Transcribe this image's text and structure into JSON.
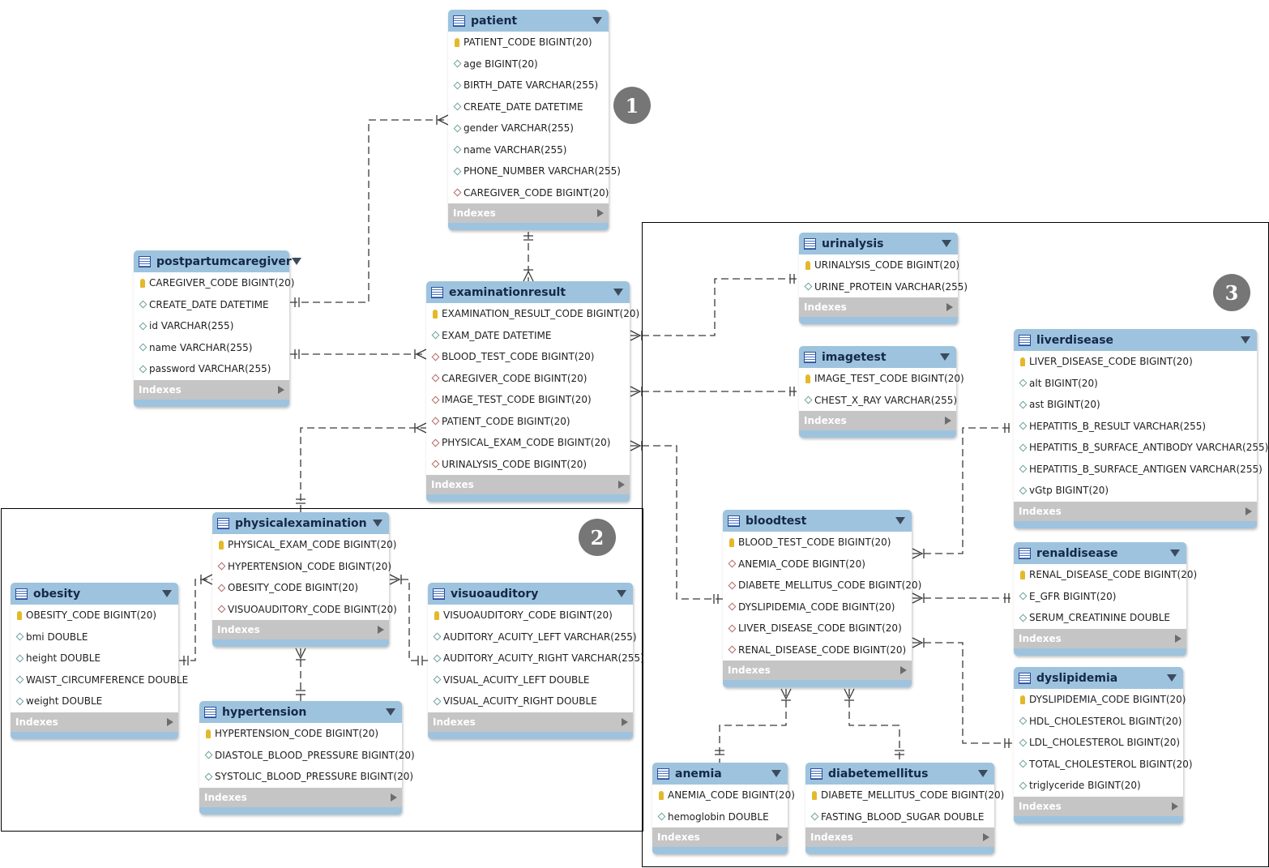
{
  "groups": [
    {
      "id": "1",
      "label": "1"
    },
    {
      "id": "2",
      "label": "2"
    },
    {
      "id": "3",
      "label": "3"
    }
  ],
  "tables": [
    {
      "id": "patient",
      "name": "patient",
      "footer": "Indexes",
      "columns": [
        {
          "kind": "pk",
          "text": "PATIENT_CODE BIGINT(20)"
        },
        {
          "kind": "col",
          "text": "age BIGINT(20)"
        },
        {
          "kind": "col",
          "text": "BIRTH_DATE VARCHAR(255)"
        },
        {
          "kind": "col",
          "text": "CREATE_DATE DATETIME"
        },
        {
          "kind": "col",
          "text": "gender VARCHAR(255)"
        },
        {
          "kind": "col",
          "text": "name VARCHAR(255)"
        },
        {
          "kind": "col",
          "text": "PHONE_NUMBER VARCHAR(255)"
        },
        {
          "kind": "fk",
          "text": "CAREGIVER_CODE BIGINT(20)"
        }
      ]
    },
    {
      "id": "postpartumcaregiver",
      "name": "postpartumcaregiver",
      "footer": "Indexes",
      "columns": [
        {
          "kind": "pk",
          "text": "CAREGIVER_CODE BIGINT(20)"
        },
        {
          "kind": "col",
          "text": "CREATE_DATE DATETIME"
        },
        {
          "kind": "col",
          "text": "id VARCHAR(255)"
        },
        {
          "kind": "col",
          "text": "name VARCHAR(255)"
        },
        {
          "kind": "col",
          "text": "password VARCHAR(255)"
        }
      ]
    },
    {
      "id": "examinationresult",
      "name": "examinationresult",
      "footer": "Indexes",
      "columns": [
        {
          "kind": "pk",
          "text": "EXAMINATION_RESULT_CODE BIGINT(20)"
        },
        {
          "kind": "col",
          "text": "EXAM_DATE DATETIME"
        },
        {
          "kind": "fk",
          "text": "BLOOD_TEST_CODE BIGINT(20)"
        },
        {
          "kind": "fk",
          "text": "CAREGIVER_CODE BIGINT(20)"
        },
        {
          "kind": "fk",
          "text": "IMAGE_TEST_CODE BIGINT(20)"
        },
        {
          "kind": "fk",
          "text": "PATIENT_CODE BIGINT(20)"
        },
        {
          "kind": "fk",
          "text": "PHYSICAL_EXAM_CODE BIGINT(20)"
        },
        {
          "kind": "fk",
          "text": "URINALYSIS_CODE BIGINT(20)"
        }
      ]
    },
    {
      "id": "urinalysis",
      "name": "urinalysis",
      "footer": "Indexes",
      "columns": [
        {
          "kind": "pk",
          "text": "URINALYSIS_CODE BIGINT(20)"
        },
        {
          "kind": "col",
          "text": "URINE_PROTEIN VARCHAR(255)"
        }
      ]
    },
    {
      "id": "imagetest",
      "name": "imagetest",
      "footer": "Indexes",
      "columns": [
        {
          "kind": "pk",
          "text": "IMAGE_TEST_CODE BIGINT(20)"
        },
        {
          "kind": "col",
          "text": "CHEST_X_RAY VARCHAR(255)"
        }
      ]
    },
    {
      "id": "liverdisease",
      "name": "liverdisease",
      "footer": "Indexes",
      "columns": [
        {
          "kind": "pk",
          "text": "LIVER_DISEASE_CODE BIGINT(20)"
        },
        {
          "kind": "col",
          "text": "alt BIGINT(20)"
        },
        {
          "kind": "col",
          "text": "ast BIGINT(20)"
        },
        {
          "kind": "col",
          "text": "HEPATITIS_B_RESULT VARCHAR(255)"
        },
        {
          "kind": "col",
          "text": "HEPATITIS_B_SURFACE_ANTIBODY VARCHAR(255)"
        },
        {
          "kind": "col",
          "text": "HEPATITIS_B_SURFACE_ANTIGEN VARCHAR(255)"
        },
        {
          "kind": "col",
          "text": "vGtp BIGINT(20)"
        }
      ]
    },
    {
      "id": "physicalexamination",
      "name": "physicalexamination",
      "footer": "Indexes",
      "columns": [
        {
          "kind": "pk",
          "text": "PHYSICAL_EXAM_CODE BIGINT(20)"
        },
        {
          "kind": "fk",
          "text": "HYPERTENSION_CODE BIGINT(20)"
        },
        {
          "kind": "fk",
          "text": "OBESITY_CODE BIGINT(20)"
        },
        {
          "kind": "fk",
          "text": "VISUOAUDITORY_CODE BIGINT(20)"
        }
      ]
    },
    {
      "id": "obesity",
      "name": "obesity",
      "footer": "Indexes",
      "columns": [
        {
          "kind": "pk",
          "text": "OBESITY_CODE BIGINT(20)"
        },
        {
          "kind": "col",
          "text": "bmi DOUBLE"
        },
        {
          "kind": "col",
          "text": "height DOUBLE"
        },
        {
          "kind": "col",
          "text": "WAIST_CIRCUMFERENCE DOUBLE"
        },
        {
          "kind": "col",
          "text": "weight DOUBLE"
        }
      ]
    },
    {
      "id": "visuoauditory",
      "name": "visuoauditory",
      "footer": "Indexes",
      "columns": [
        {
          "kind": "pk",
          "text": "VISUOAUDITORY_CODE BIGINT(20)"
        },
        {
          "kind": "col",
          "text": "AUDITORY_ACUITY_LEFT VARCHAR(255)"
        },
        {
          "kind": "col",
          "text": "AUDITORY_ACUITY_RIGHT VARCHAR(255)"
        },
        {
          "kind": "col",
          "text": "VISUAL_ACUITY_LEFT DOUBLE"
        },
        {
          "kind": "col",
          "text": "VISUAL_ACUITY_RIGHT DOUBLE"
        }
      ]
    },
    {
      "id": "hypertension",
      "name": "hypertension",
      "footer": "Indexes",
      "columns": [
        {
          "kind": "pk",
          "text": "HYPERTENSION_CODE BIGINT(20)"
        },
        {
          "kind": "col",
          "text": "DIASTOLE_BLOOD_PRESSURE BIGINT(20)"
        },
        {
          "kind": "col",
          "text": "SYSTOLIC_BLOOD_PRESSURE BIGINT(20)"
        }
      ]
    },
    {
      "id": "bloodtest",
      "name": "bloodtest",
      "footer": "Indexes",
      "columns": [
        {
          "kind": "pk",
          "text": "BLOOD_TEST_CODE BIGINT(20)"
        },
        {
          "kind": "fk",
          "text": "ANEMIA_CODE BIGINT(20)"
        },
        {
          "kind": "fk",
          "text": "DIABETE_MELLITUS_CODE BIGINT(20)"
        },
        {
          "kind": "fk",
          "text": "DYSLIPIDEMIA_CODE BIGINT(20)"
        },
        {
          "kind": "fk",
          "text": "LIVER_DISEASE_CODE BIGINT(20)"
        },
        {
          "kind": "fk",
          "text": "RENAL_DISEASE_CODE BIGINT(20)"
        }
      ]
    },
    {
      "id": "renaldisease",
      "name": "renaldisease",
      "footer": "Indexes",
      "columns": [
        {
          "kind": "pk",
          "text": "RENAL_DISEASE_CODE BIGINT(20)"
        },
        {
          "kind": "col",
          "text": "E_GFR BIGINT(20)"
        },
        {
          "kind": "col",
          "text": "SERUM_CREATININE DOUBLE"
        }
      ]
    },
    {
      "id": "dyslipidemia",
      "name": "dyslipidemia",
      "footer": "Indexes",
      "columns": [
        {
          "kind": "pk",
          "text": "DYSLIPIDEMIA_CODE BIGINT(20)"
        },
        {
          "kind": "col",
          "text": "HDL_CHOLESTEROL BIGINT(20)"
        },
        {
          "kind": "col",
          "text": "LDL_CHOLESTEROL BIGINT(20)"
        },
        {
          "kind": "col",
          "text": "TOTAL_CHOLESTEROL BIGINT(20)"
        },
        {
          "kind": "col",
          "text": "triglyceride BIGINT(20)"
        }
      ]
    },
    {
      "id": "anemia",
      "name": "anemia",
      "footer": "Indexes",
      "columns": [
        {
          "kind": "pk",
          "text": "ANEMIA_CODE BIGINT(20)"
        },
        {
          "kind": "col",
          "text": "hemoglobin DOUBLE"
        }
      ]
    },
    {
      "id": "diabetemellitus",
      "name": "diabetemellitus",
      "footer": "Indexes",
      "columns": [
        {
          "kind": "pk",
          "text": "DIABETE_MELLITUS_CODE BIGINT(20)"
        },
        {
          "kind": "col",
          "text": "FASTING_BLOOD_SUGAR DOUBLE"
        }
      ]
    }
  ],
  "relationships": [
    {
      "from": "postpartumcaregiver",
      "to": "patient",
      "from_end": "one",
      "to_end": "many"
    },
    {
      "from": "patient",
      "to": "examinationresult",
      "from_end": "one",
      "to_end": "many"
    },
    {
      "from": "postpartumcaregiver",
      "to": "examinationresult",
      "from_end": "one",
      "to_end": "many"
    },
    {
      "from": "physicalexamination",
      "to": "examinationresult",
      "from_end": "one",
      "to_end": "many"
    },
    {
      "from": "urinalysis",
      "to": "examinationresult",
      "from_end": "one",
      "to_end": "many"
    },
    {
      "from": "imagetest",
      "to": "examinationresult",
      "from_end": "one",
      "to_end": "many"
    },
    {
      "from": "bloodtest",
      "to": "examinationresult",
      "from_end": "one",
      "to_end": "many"
    },
    {
      "from": "obesity",
      "to": "physicalexamination",
      "from_end": "one",
      "to_end": "many"
    },
    {
      "from": "visuoauditory",
      "to": "physicalexamination",
      "from_end": "one",
      "to_end": "many"
    },
    {
      "from": "hypertension",
      "to": "physicalexamination",
      "from_end": "one",
      "to_end": "many"
    },
    {
      "from": "liverdisease",
      "to": "bloodtest",
      "from_end": "one",
      "to_end": "many"
    },
    {
      "from": "renaldisease",
      "to": "bloodtest",
      "from_end": "one",
      "to_end": "many"
    },
    {
      "from": "dyslipidemia",
      "to": "bloodtest",
      "from_end": "one",
      "to_end": "many"
    },
    {
      "from": "anemia",
      "to": "bloodtest",
      "from_end": "one",
      "to_end": "many"
    },
    {
      "from": "diabetemellitus",
      "to": "bloodtest",
      "from_end": "one",
      "to_end": "many"
    }
  ]
}
